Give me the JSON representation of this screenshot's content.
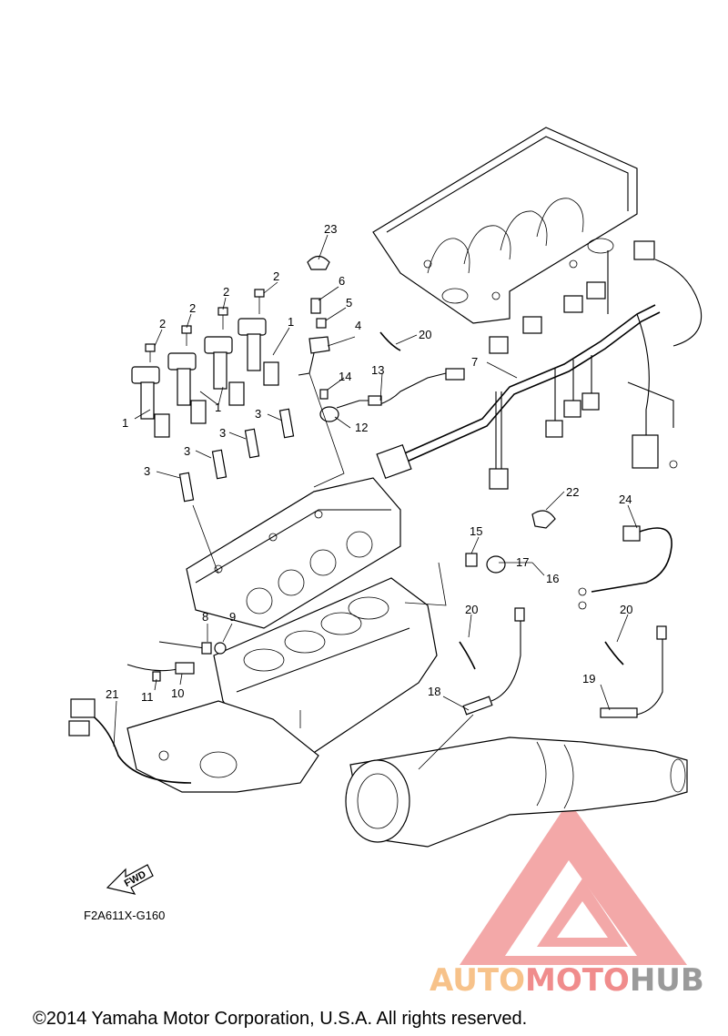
{
  "diagram": {
    "drawing_code": "F2A611X-G160",
    "fwd_label": "FWD",
    "copyright": "©2014 Yamaha Motor Corporation, U.S.A. All rights reserved.",
    "watermark": {
      "part1": "AUTO",
      "part2": "MOTO",
      "part3": "HUB",
      "colors": {
        "auto": "#f7c28a",
        "moto": "#f08c8c",
        "hub": "#9a9a9a",
        "logo": "#f29a9a"
      }
    },
    "callouts": {
      "c23": "23",
      "c2a": "2",
      "c2b": "2",
      "c2c": "2",
      "c2d": "2",
      "c6": "6",
      "c5": "5",
      "c1a": "1",
      "c1b": "1",
      "c1c": "1",
      "c4": "4",
      "c20a": "20",
      "c13": "13",
      "c14": "14",
      "c12": "12",
      "c7": "7",
      "c3a": "3",
      "c3b": "3",
      "c3c": "3",
      "c3d": "3",
      "c22": "22",
      "c24": "24",
      "c15": "15",
      "c17": "17",
      "c16": "16",
      "c8": "8",
      "c9": "9",
      "c20b": "20",
      "c20c": "20",
      "c11": "11",
      "c10": "10",
      "c21": "21",
      "c18": "18",
      "c19": "19"
    }
  }
}
